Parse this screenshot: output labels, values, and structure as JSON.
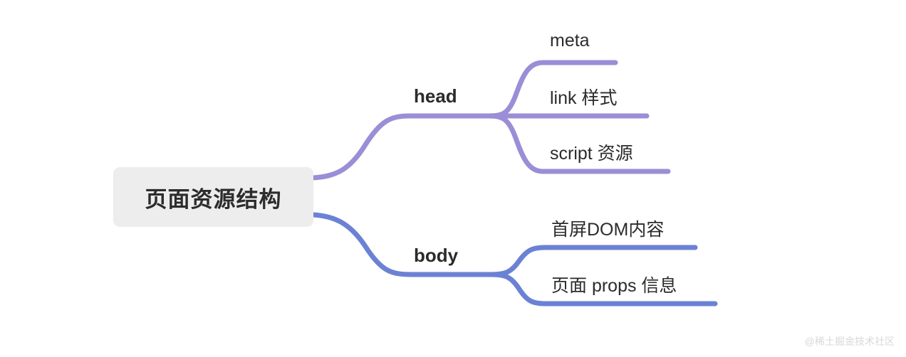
{
  "diagram": {
    "type": "mindmap",
    "background_color": "#ffffff",
    "root": {
      "label": "页面资源结构",
      "box_color": "#ededed",
      "text_color": "#2c2c2c"
    },
    "branches": [
      {
        "id": "head",
        "label": "head",
        "color": "#9b8ed6",
        "children": [
          {
            "id": "meta",
            "label": "meta"
          },
          {
            "id": "link",
            "label": "link 样式"
          },
          {
            "id": "script",
            "label": "script 资源"
          }
        ]
      },
      {
        "id": "body",
        "label": "body",
        "color": "#6b82d4",
        "children": [
          {
            "id": "dom",
            "label": "首屏DOM内容"
          },
          {
            "id": "props",
            "label": "页面 props 信息"
          }
        ]
      }
    ]
  },
  "watermark": {
    "text": "@稀土掘金技术社区",
    "color": "#d8d8d8"
  }
}
